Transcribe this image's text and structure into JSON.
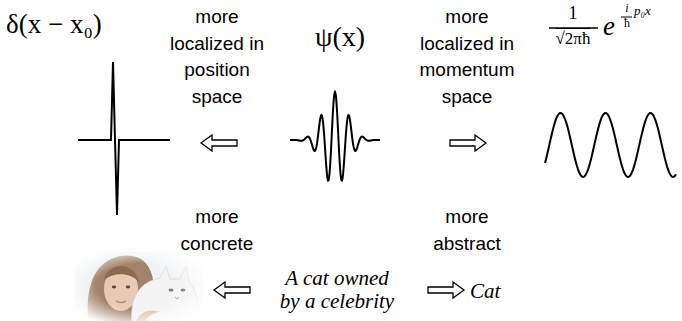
{
  "diagram": {
    "labels": [
      "δ(x − x₀)",
      "more localized in position space",
      "ψ(x)",
      "more localized in momentum space",
      "1",
      "√2πħ",
      "e",
      "i",
      "ħ",
      "p₀x",
      "more concrete",
      "more abstract",
      "A cat owned by a celebrity",
      "Cat"
    ]
  }
}
